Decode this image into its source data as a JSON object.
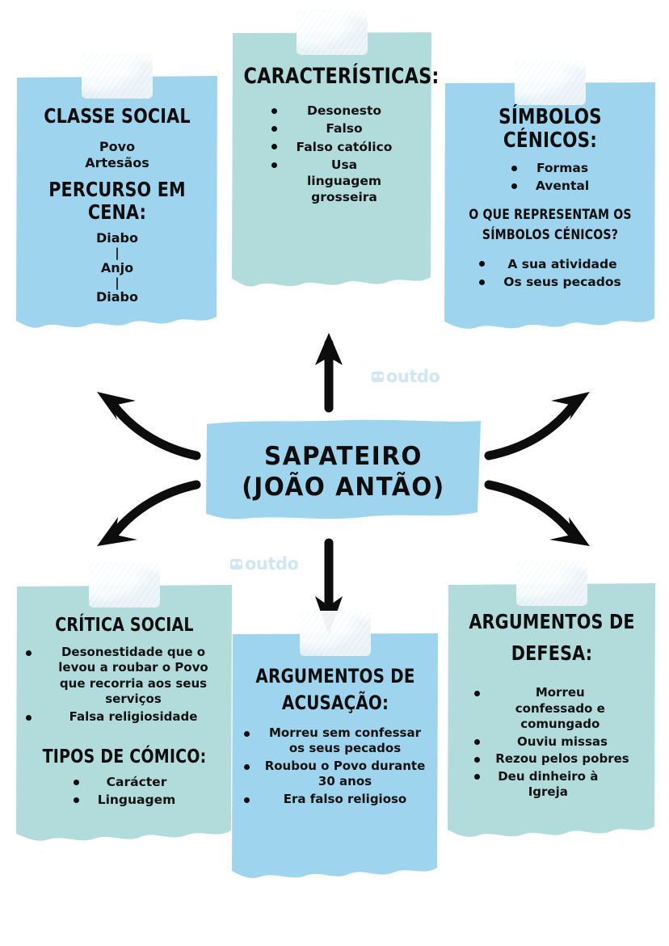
{
  "poster": {
    "title": "SAPATEIRO (JOÃO ANTÃO)",
    "colors": {
      "blue": "#9fd4ef",
      "mint": "#b2dcdc",
      "ink": "#0d0d0d",
      "watermark": "#cfe6f3",
      "background": "#ffffff"
    }
  },
  "center": {
    "line1": "SAPATEIRO",
    "line2": "(JOÃO ANTÃO)"
  },
  "watermark": {
    "label": "outdo",
    "icon": "outdo-logo-icon"
  },
  "cards": {
    "classe_social": {
      "color": "blue",
      "title": "CLASSE SOCIAL",
      "sub_lines": [
        "Povo",
        "Artesãos"
      ],
      "title2": "PERCURSO EM CENA:",
      "sequence": [
        "Diabo",
        "|",
        "Anjo",
        "|",
        "Diabo"
      ]
    },
    "caracteristicas": {
      "color": "mint",
      "title": "CARACTERÍSTICAS:",
      "bullets": [
        "Desonesto",
        "Falso",
        "Falso católico",
        "Usa linguagem grosseira"
      ]
    },
    "simbolos_cenicos": {
      "color": "blue",
      "title": "SÍMBOLOS CÉNICOS:",
      "bullets": [
        "Formas",
        "Avental"
      ],
      "question": "O QUE REPRESENTAM OS SÍMBOLOS CÉNICOS?",
      "bullets2": [
        "A sua atividade",
        "Os seus pecados"
      ]
    },
    "critica_social": {
      "color": "mint",
      "title": "CRÍTICA SOCIAL",
      "bullets": [
        "Desonestidade que o levou a roubar o Povo que recorria aos seus serviços",
        "Falsa religiosidade"
      ],
      "title2": "TIPOS DE CÓMICO:",
      "bullets2": [
        "Carácter",
        "Linguagem"
      ]
    },
    "argumentos_acusacao": {
      "color": "blue",
      "title_line1": "ARGUMENTOS DE",
      "title_line2": "ACUSAÇÃO:",
      "bullets": [
        "Morreu sem confessar os seus pecados",
        "Roubou o Povo durante 30 anos",
        "Era falso religioso"
      ]
    },
    "argumentos_defesa": {
      "color": "mint",
      "title_line1": "ARGUMENTOS DE",
      "title_line2": "DEFESA:",
      "bullets": [
        "Morreu confessado e comungado",
        "Ouviu missas",
        "Rezou pelos pobres",
        "Deu dinheiro à Igreja"
      ]
    }
  },
  "arrows": [
    {
      "name": "arrow-up-to-caracteristicas",
      "direction": "up"
    },
    {
      "name": "arrow-down-to-acusacao",
      "direction": "down"
    },
    {
      "name": "arrow-upleft-to-classe-social",
      "direction": "up-left"
    },
    {
      "name": "arrow-downleft-to-critica-social",
      "direction": "down-left"
    },
    {
      "name": "arrow-upright-to-simbolos",
      "direction": "up-right"
    },
    {
      "name": "arrow-downright-to-defesa",
      "direction": "down-right"
    }
  ]
}
